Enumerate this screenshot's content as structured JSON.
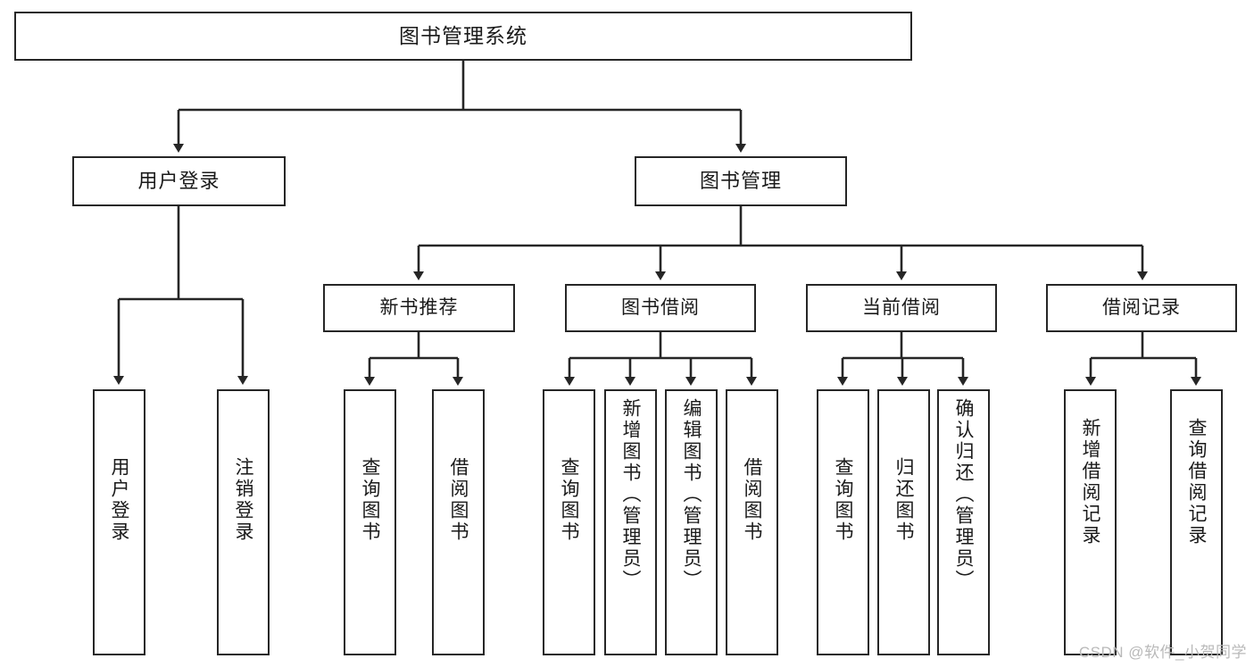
{
  "diagram": {
    "type": "tree",
    "title": "图书管理系统",
    "watermark": "CSDN @软件_小贺同学",
    "nodes": {
      "root": {
        "label": "图书管理系统",
        "level": 0,
        "orientation": "horizontal"
      },
      "user_login": {
        "label": "用户登录",
        "level": 1,
        "orientation": "horizontal"
      },
      "book_manage": {
        "label": "图书管理",
        "level": 1,
        "orientation": "horizontal"
      },
      "new_book_rec": {
        "label": "新书推荐",
        "level": 2,
        "orientation": "horizontal"
      },
      "book_borrow": {
        "label": "图书借阅",
        "level": 2,
        "orientation": "horizontal"
      },
      "current_borrow": {
        "label": "当前借阅",
        "level": 2,
        "orientation": "horizontal"
      },
      "borrow_record": {
        "label": "借阅记录",
        "level": 2,
        "orientation": "horizontal"
      },
      "leaf_user_login": {
        "label": "用户登录",
        "level": 3,
        "orientation": "vertical"
      },
      "leaf_logout": {
        "label": "注销登录",
        "level": 3,
        "orientation": "vertical"
      },
      "leaf_query_book_1": {
        "label": "查询图书",
        "level": 3,
        "orientation": "vertical"
      },
      "leaf_borrow_book_1": {
        "label": "借阅图书",
        "level": 3,
        "orientation": "vertical"
      },
      "leaf_query_book_2": {
        "label": "查询图书",
        "level": 3,
        "orientation": "vertical"
      },
      "leaf_add_book": {
        "label": "新增图书（管理员）",
        "level": 3,
        "orientation": "vertical"
      },
      "leaf_edit_book": {
        "label": "编辑图书（管理员）",
        "level": 3,
        "orientation": "vertical"
      },
      "leaf_borrow_book_2": {
        "label": "借阅图书",
        "level": 3,
        "orientation": "vertical"
      },
      "leaf_query_book_3": {
        "label": "查询图书",
        "level": 3,
        "orientation": "vertical"
      },
      "leaf_return_book": {
        "label": "归还图书",
        "level": 3,
        "orientation": "vertical"
      },
      "leaf_confirm_return": {
        "label": "确认归还（管理员）",
        "level": 3,
        "orientation": "vertical"
      },
      "leaf_add_record": {
        "label": "新增借阅记录",
        "level": 3,
        "orientation": "vertical"
      },
      "leaf_query_record": {
        "label": "查询借阅记录",
        "level": 3,
        "orientation": "vertical"
      }
    },
    "edges": [
      {
        "from": "root",
        "to": "user_login"
      },
      {
        "from": "root",
        "to": "book_manage"
      },
      {
        "from": "user_login",
        "to": "leaf_user_login"
      },
      {
        "from": "user_login",
        "to": "leaf_logout"
      },
      {
        "from": "book_manage",
        "to": "new_book_rec"
      },
      {
        "from": "book_manage",
        "to": "book_borrow"
      },
      {
        "from": "book_manage",
        "to": "current_borrow"
      },
      {
        "from": "book_manage",
        "to": "borrow_record"
      },
      {
        "from": "new_book_rec",
        "to": "leaf_query_book_1"
      },
      {
        "from": "new_book_rec",
        "to": "leaf_borrow_book_1"
      },
      {
        "from": "book_borrow",
        "to": "leaf_query_book_2"
      },
      {
        "from": "book_borrow",
        "to": "leaf_add_book"
      },
      {
        "from": "book_borrow",
        "to": "leaf_edit_book"
      },
      {
        "from": "book_borrow",
        "to": "leaf_borrow_book_2"
      },
      {
        "from": "current_borrow",
        "to": "leaf_query_book_3"
      },
      {
        "from": "current_borrow",
        "to": "leaf_return_book"
      },
      {
        "from": "current_borrow",
        "to": "leaf_confirm_return"
      },
      {
        "from": "borrow_record",
        "to": "leaf_add_record"
      },
      {
        "from": "borrow_record",
        "to": "leaf_query_record"
      }
    ],
    "colors": {
      "stroke": "#262626",
      "fill": "#ffffff",
      "text": "#1a1a1a",
      "watermark": "#b9b9b9"
    }
  }
}
